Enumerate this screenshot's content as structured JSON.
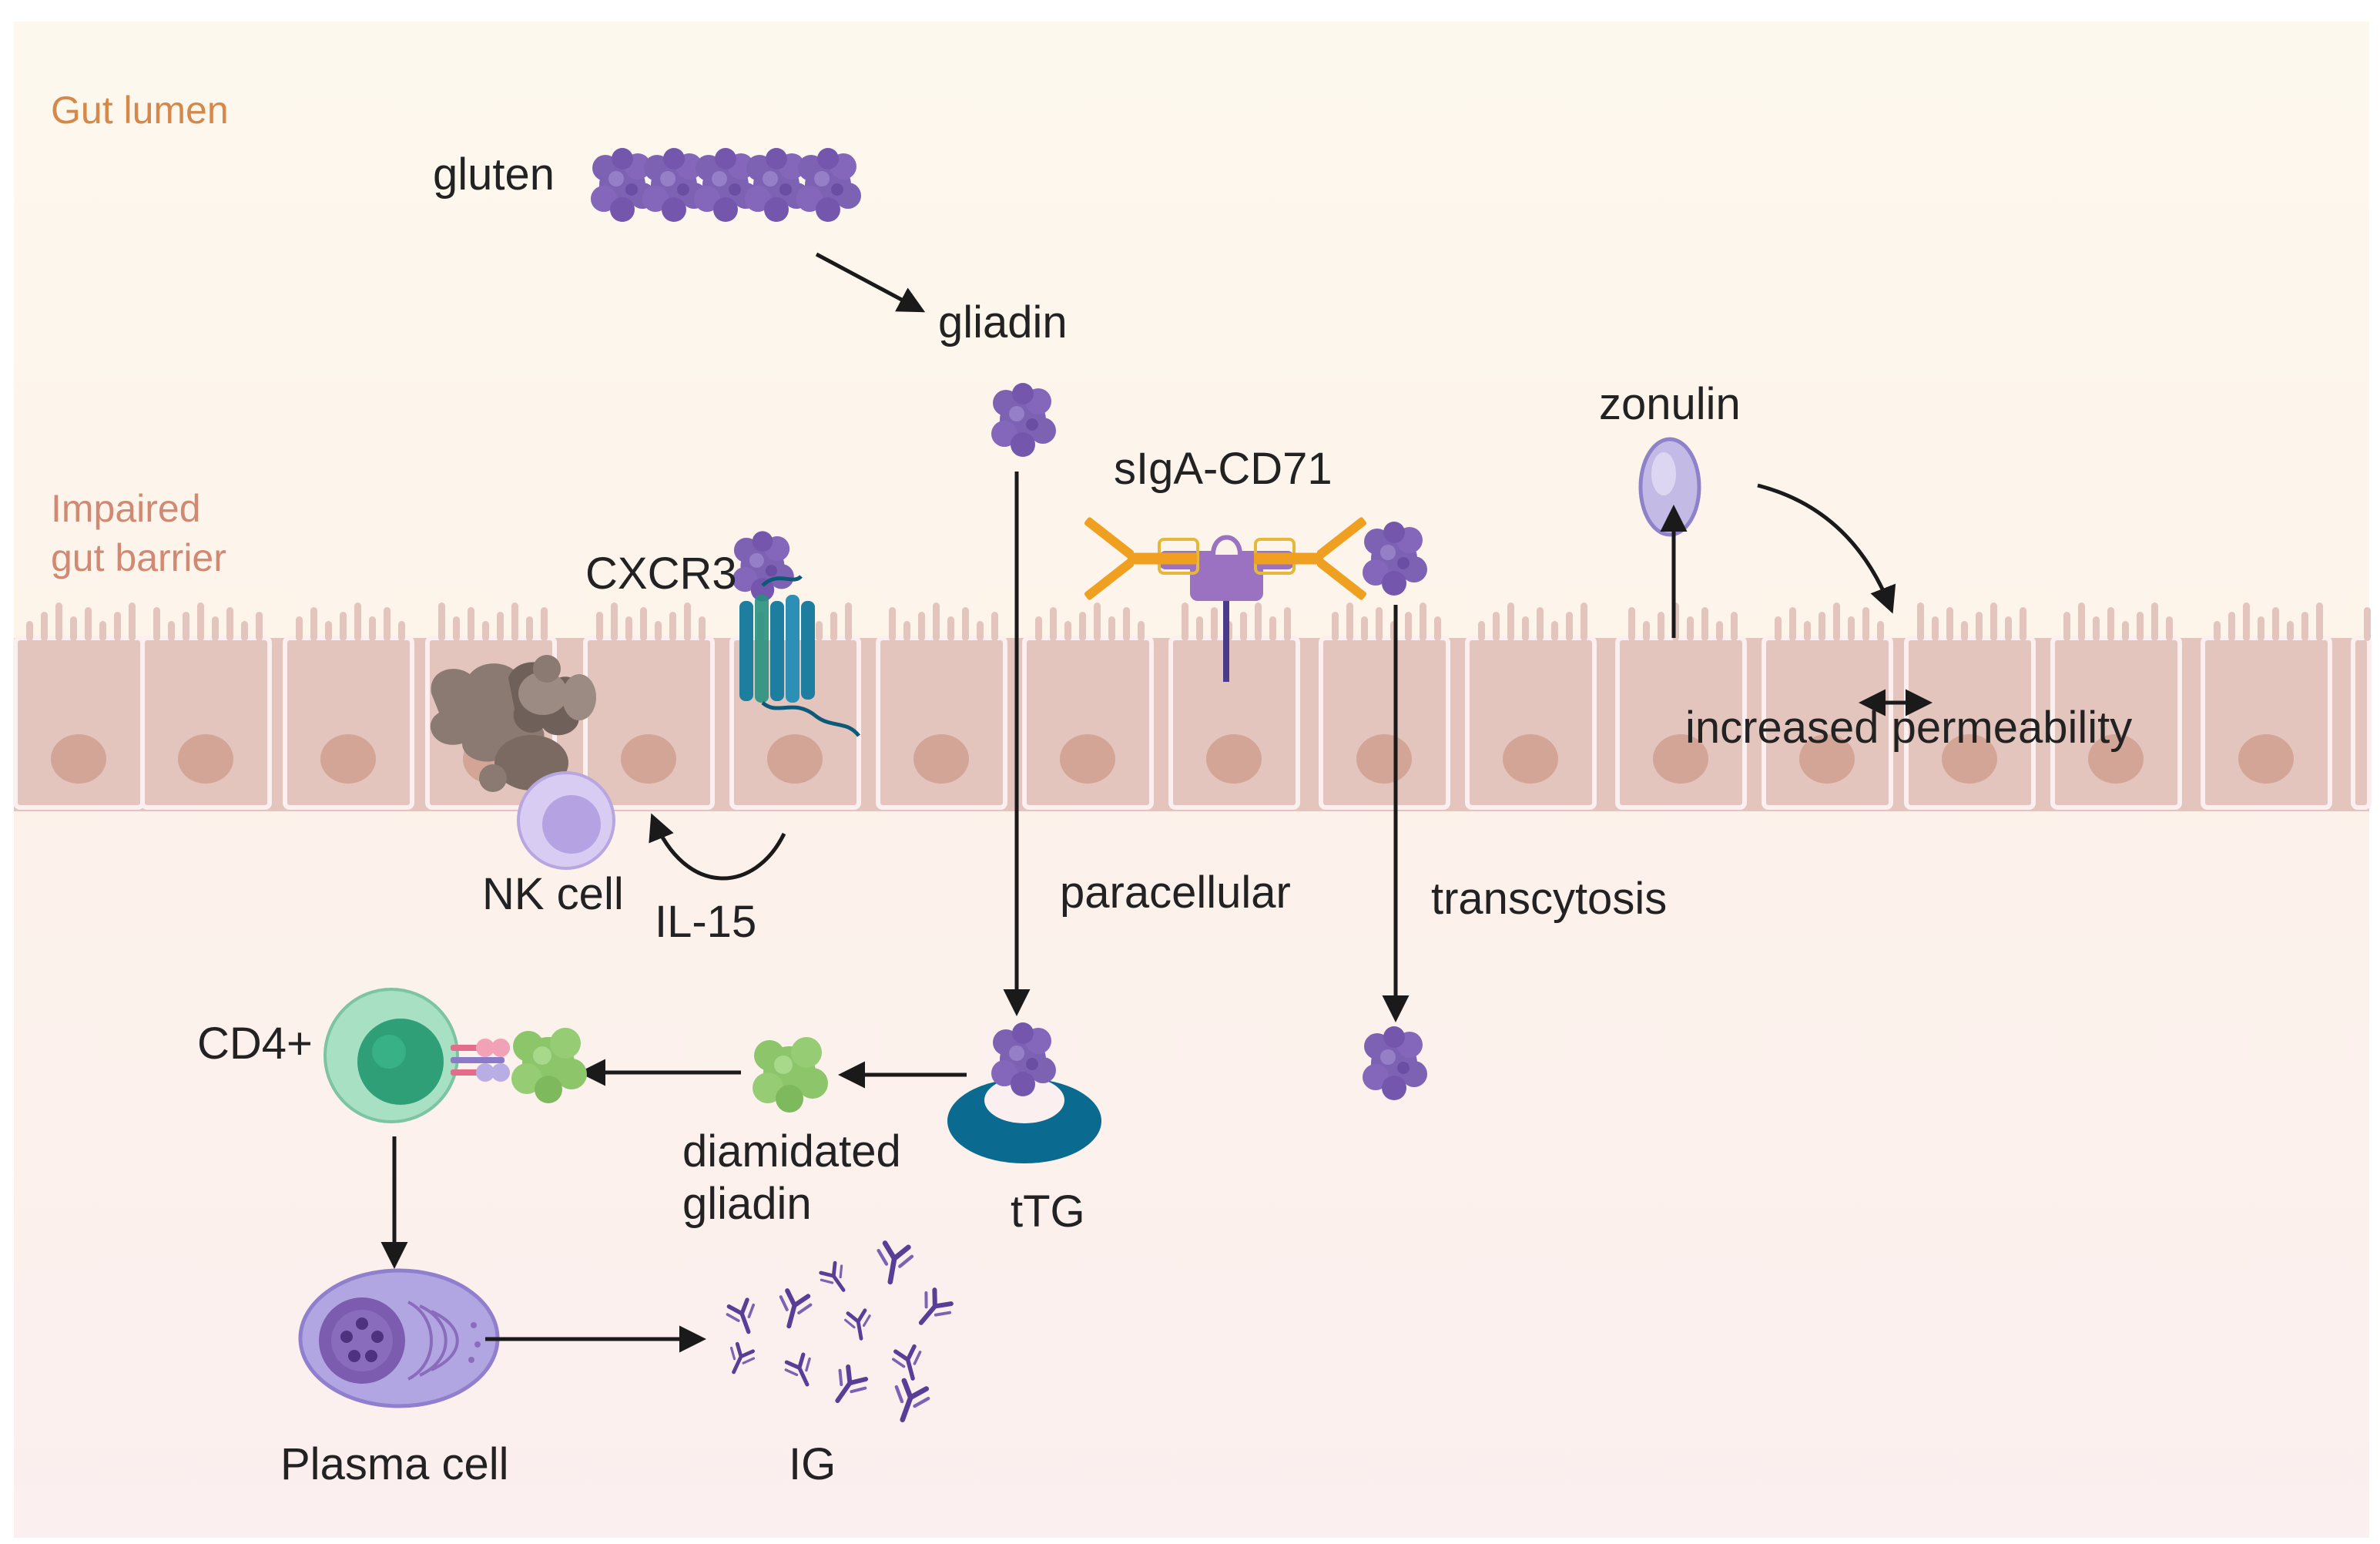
{
  "regions": {
    "gut_lumen": "Gut lumen",
    "barrier_line1": "Impaired",
    "barrier_line2": "gut barrier"
  },
  "labels": {
    "gluten": "gluten",
    "gliadin": "gliadin",
    "zonulin": "zonulin",
    "sIgA_CD71": "sIgA-CD71",
    "CXCR3": "CXCR3",
    "increased_permeability": "increased permeability",
    "NK_cell": "NK cell",
    "IL15": "IL-15",
    "paracellular": "paracellular",
    "transcytosis": "transcytosis",
    "CD4": "CD4+",
    "diamidated_line1": "diamidated",
    "diamidated_line2": "gliadin",
    "tTG": "tTG",
    "plasma_cell": "Plasma cell",
    "IG": "IG"
  },
  "colors": {
    "lumen_bg": "#fdf8ee",
    "tissue_bg": "#fbefef",
    "epithelium": "#e3c5bd",
    "epithelium_edge": "#c9a59b",
    "nucleus": "#d3a596",
    "gliadin_purple": "#7d62b4",
    "antibody_orange": "#f0a020",
    "receptor_teal": "#1e7ea0",
    "tTG_blue": "#0a6a90",
    "diamidated_green": "#8cc56a",
    "cd4_green": "#79c9a0",
    "plasma_purple": "#a89ad8",
    "ig_purple": "#5a3d96",
    "debris_brown": "#8a7a72",
    "nk_lilac": "#c2b2ea",
    "zonulin_lilac": "#c4bae6"
  }
}
